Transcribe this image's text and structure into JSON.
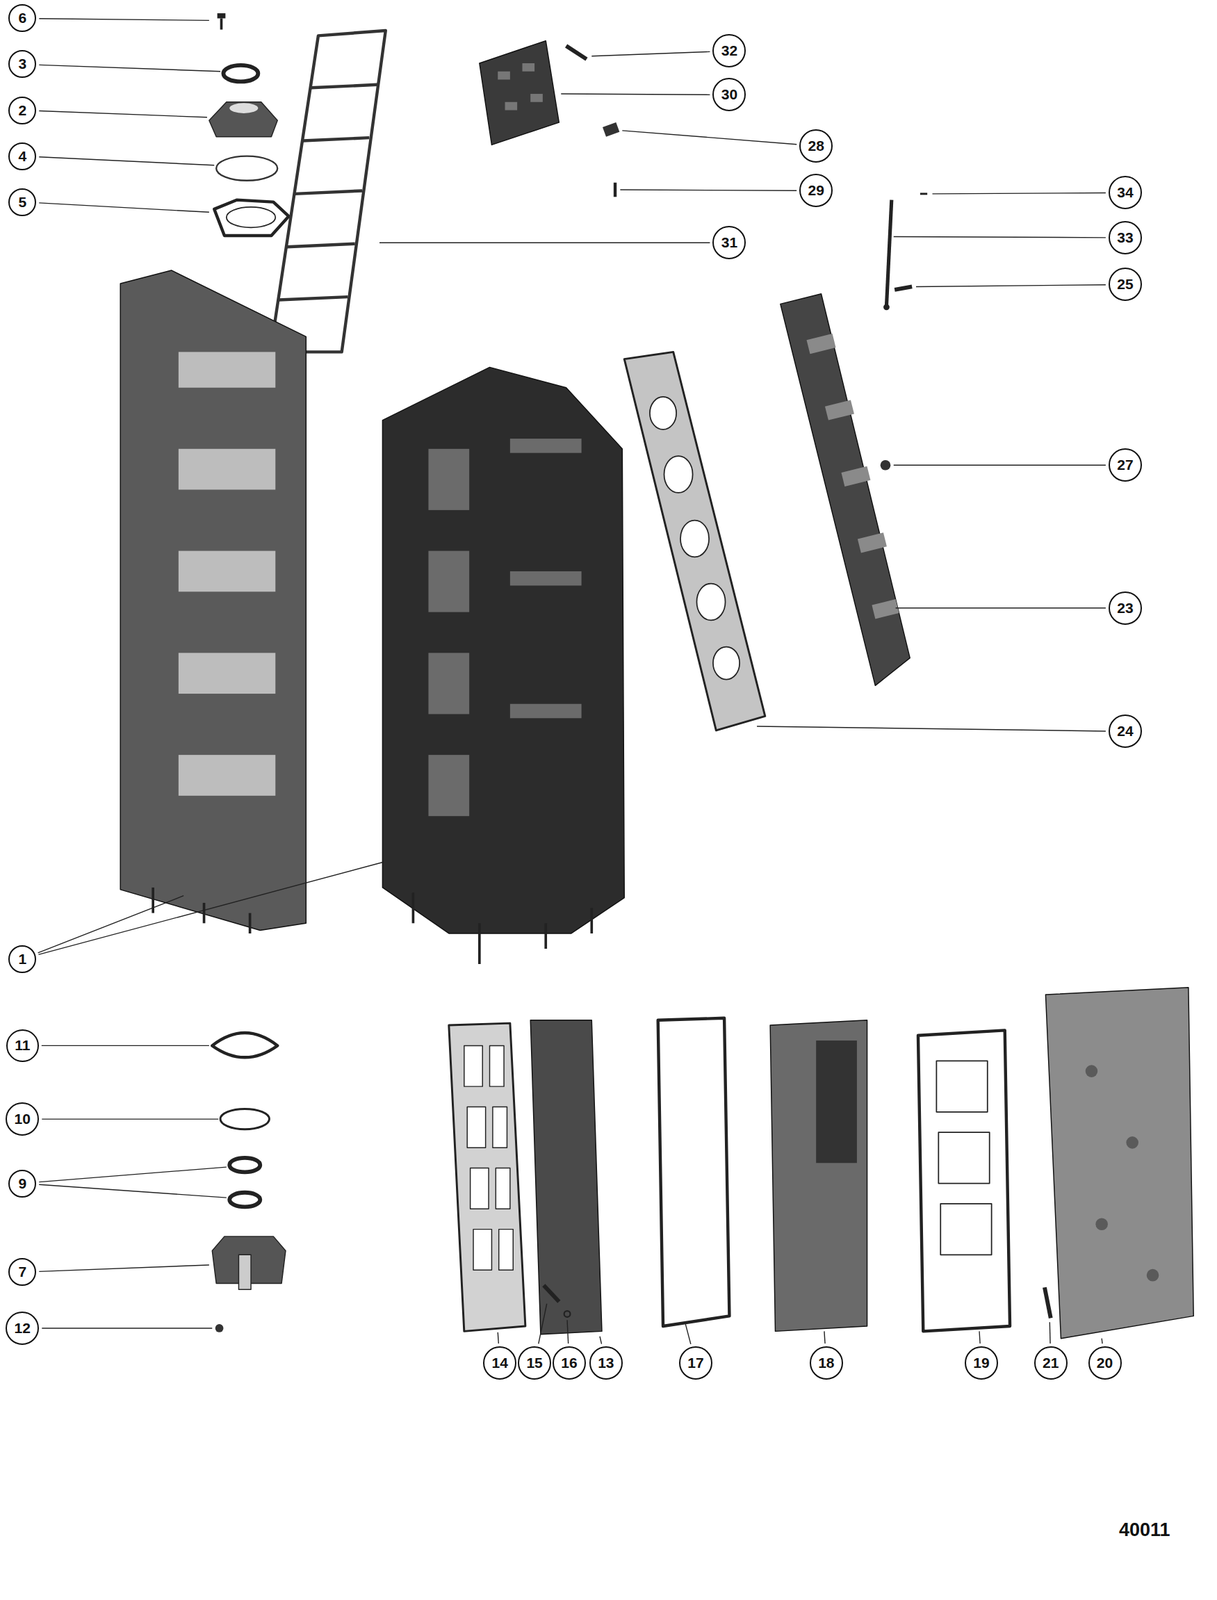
{
  "diagram": {
    "labels": [
      "6",
      "3",
      "2",
      "4",
      "5",
      "32",
      "30",
      "28",
      "29",
      "34",
      "33",
      "25",
      "31",
      "27",
      "23",
      "24",
      "1",
      "11",
      "10",
      "9",
      "7",
      "12",
      "14",
      "15",
      "16",
      "13",
      "17",
      "18",
      "19",
      "21",
      "20",
      "40011"
    ]
  }
}
